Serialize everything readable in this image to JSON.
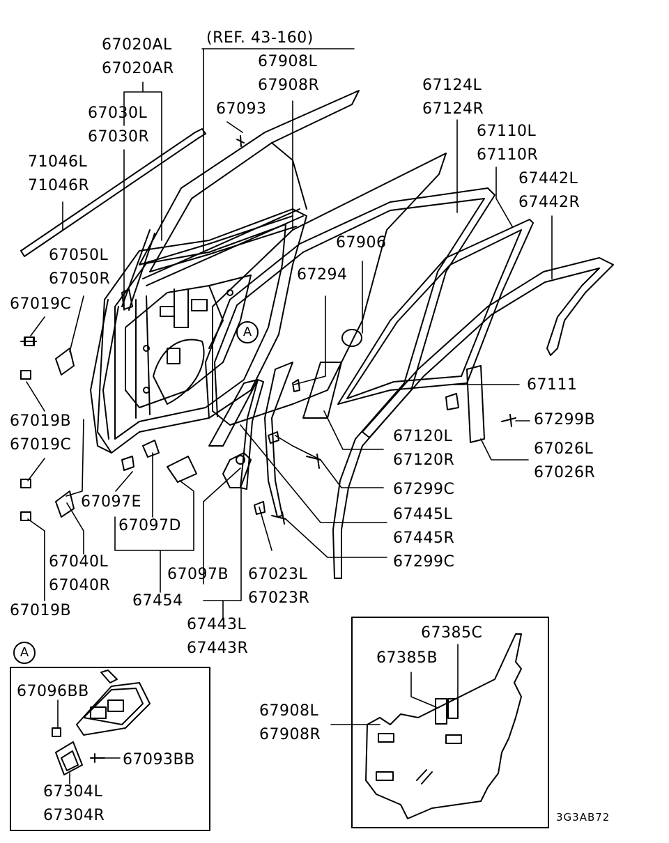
{
  "ref": "(REF. 43-160)",
  "callouts": {
    "c67020A": [
      "67020AL",
      "67020AR"
    ],
    "c67030": [
      "67030L",
      "67030R"
    ],
    "c71046": [
      "71046L",
      "71046R"
    ],
    "c67050": [
      "67050L",
      "67050R"
    ],
    "c67019C_a": "67019C",
    "c67019B_a": "67019B",
    "c67019C_b": "67019C",
    "c67040": [
      "67040L",
      "67040R"
    ],
    "c67019B_b": "67019B",
    "c67097E": "67097E",
    "c67097D": "67097D",
    "c67454": "67454",
    "c67097B": "67097B",
    "c67443": [
      "67443L",
      "67443R"
    ],
    "c67023": [
      "67023L",
      "67023R"
    ],
    "c67908": [
      "67908L",
      "67908R"
    ],
    "c67093": "67093",
    "c67294": "67294",
    "c67906": "67906",
    "c67124": [
      "67124L",
      "67124R"
    ],
    "c67110": [
      "67110L",
      "67110R"
    ],
    "c67442": [
      "67442L",
      "67442R"
    ],
    "c67111": "67111",
    "c67299B": "67299B",
    "c67026": [
      "67026L",
      "67026R"
    ],
    "c67120": [
      "67120L",
      "67120R"
    ],
    "c67299C_a": "67299C",
    "c67445": [
      "67445L",
      "67445R"
    ],
    "c67299C_b": "67299C"
  },
  "detail_a": {
    "marker": "A",
    "c67096BB": "67096BB",
    "c67093BB": "67093BB",
    "c67304": [
      "67304L",
      "67304R"
    ]
  },
  "inset": {
    "c67385C": "67385C",
    "c67385B": "67385B",
    "c67908": [
      "67908L",
      "67908R"
    ]
  },
  "diagram_code": "3G3AB72"
}
